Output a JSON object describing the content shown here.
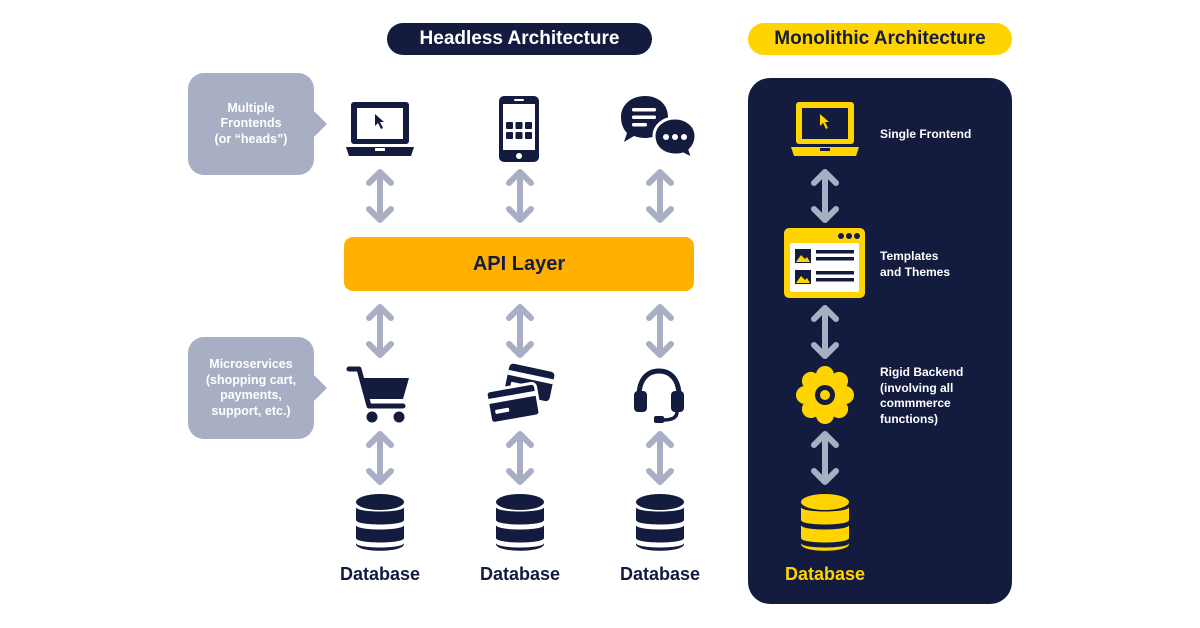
{
  "headless": {
    "title": "Headless Architecture",
    "frontends_label_lines": [
      "Multiple",
      "Frontends",
      "(or “heads”)"
    ],
    "microservices_label_lines": [
      "Microservices",
      "(shopping cart,",
      "payments,",
      "support, etc.)"
    ],
    "api_layer": "API Layer",
    "frontend_icons": [
      "laptop-icon",
      "smartphone-icon",
      "chat-bubbles-icon"
    ],
    "service_icons": [
      "shopping-cart-icon",
      "credit-cards-icon",
      "headset-icon"
    ],
    "databases": [
      "Database",
      "Database",
      "Database"
    ]
  },
  "monolithic": {
    "title": "Monolithic Architecture",
    "frontend_label": "Single Frontend",
    "templates_label_lines": [
      "Templates",
      "and Themes"
    ],
    "backend_label_lines": [
      "Rigid Backend",
      "(involving all",
      "commmerce",
      "functions)"
    ],
    "database": "Database",
    "icons": [
      "laptop-icon",
      "template-window-icon",
      "gear-icon",
      "database-icon"
    ]
  },
  "colors": {
    "navy": "#131b3f",
    "yellow": "#ffd400",
    "api_orange": "#ffb000",
    "arrow_gray": "#a8afc4"
  }
}
